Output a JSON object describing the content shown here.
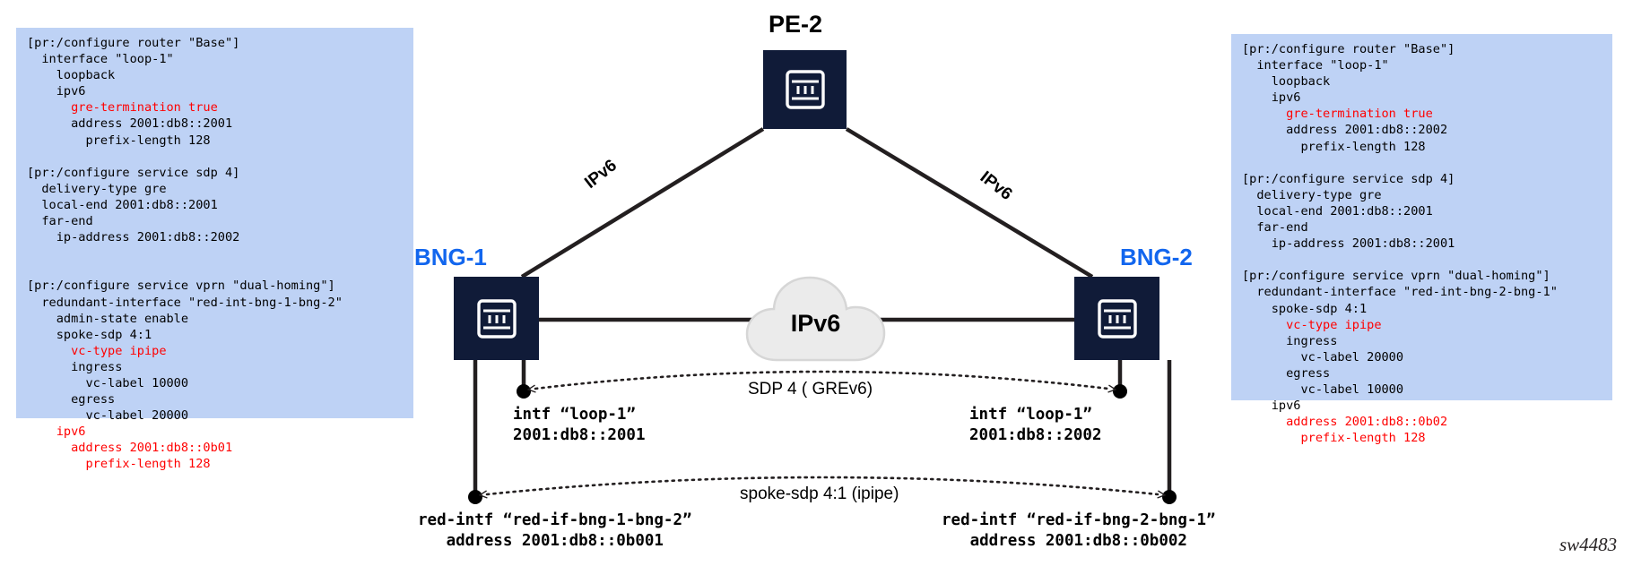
{
  "diagram": {
    "title_watermark": "sw4483",
    "colors": {
      "config_background": "#bed2f5",
      "config_text": "#000000",
      "config_highlight": "#ff0000",
      "node_fill": "#101b38",
      "node_label_accent": "#1266ee",
      "cloud_fill": "#ebebeb",
      "cloud_stroke": "#d0d0d0",
      "wire": "#231f20"
    },
    "nodes": [
      {
        "id": "pe2",
        "label": "PE-2",
        "icon": "router-icon"
      },
      {
        "id": "bng1",
        "label": "BNG-1",
        "icon": "router-icon"
      },
      {
        "id": "bng2",
        "label": "BNG-2",
        "icon": "router-icon"
      }
    ],
    "cloud": {
      "label": "IPv6",
      "icon": "cloud-icon"
    },
    "link_labels": [
      {
        "id": "pe2-bng1",
        "label": "IPv6"
      },
      {
        "id": "pe2-bng2",
        "label": "IPv6"
      }
    ],
    "tunnels": [
      {
        "id": "sdp",
        "label": "SDP 4 ( GREv6)"
      },
      {
        "id": "spoke",
        "label": "spoke-sdp 4:1 (ipipe)"
      }
    ],
    "endpoint_captions": {
      "bng1_intf": [
        "intf “loop-1”",
        "2001:db8::2001"
      ],
      "bng2_intf": [
        "intf “loop-1”",
        "2001:db8::2002"
      ],
      "bng1_red": [
        "red-intf “red-if-bng-1-bng-2”",
        "   address 2001:db8::0b001"
      ],
      "bng2_red": [
        "red-intf “red-if-bng-2-bng-1”",
        "   address 2001:db8::0b002"
      ]
    }
  },
  "config_left": {
    "title": "BNG-1 configuration",
    "lines": [
      {
        "text": "[pr:/configure router \"Base\"]",
        "red": false
      },
      {
        "text": "  interface \"loop-1\"",
        "red": false
      },
      {
        "text": "    loopback",
        "red": false
      },
      {
        "text": "    ipv6",
        "red": false
      },
      {
        "text": "      gre-termination true",
        "red": true
      },
      {
        "text": "      address 2001:db8::2001",
        "red": false
      },
      {
        "text": "        prefix-length 128",
        "red": false
      },
      {
        "text": "",
        "red": false
      },
      {
        "text": "[pr:/configure service sdp 4]",
        "red": false
      },
      {
        "text": "  delivery-type gre",
        "red": false
      },
      {
        "text": "  local-end 2001:db8::2001",
        "red": false
      },
      {
        "text": "  far-end",
        "red": false
      },
      {
        "text": "    ip-address 2001:db8::2002",
        "red": false
      },
      {
        "text": "",
        "red": false
      },
      {
        "text": "",
        "red": false
      },
      {
        "text": "[pr:/configure service vprn \"dual-homing\"]",
        "red": false
      },
      {
        "text": "  redundant-interface \"red-int-bng-1-bng-2\"",
        "red": false
      },
      {
        "text": "    admin-state enable",
        "red": false
      },
      {
        "text": "    spoke-sdp 4:1",
        "red": false
      },
      {
        "text": "      vc-type ipipe",
        "red": true
      },
      {
        "text": "      ingress",
        "red": false
      },
      {
        "text": "        vc-label 10000",
        "red": false
      },
      {
        "text": "      egress",
        "red": false
      },
      {
        "text": "        vc-label 20000",
        "red": false
      },
      {
        "text": "    ipv6",
        "red": true
      },
      {
        "text": "      address 2001:db8::0b01",
        "red": true
      },
      {
        "text": "        prefix-length 128",
        "red": true
      }
    ]
  },
  "config_right": {
    "title": "BNG-2 configuration",
    "lines": [
      {
        "text": "[pr:/configure router \"Base\"]",
        "red": false
      },
      {
        "text": "  interface \"loop-1\"",
        "red": false
      },
      {
        "text": "    loopback",
        "red": false
      },
      {
        "text": "    ipv6",
        "red": false
      },
      {
        "text": "      gre-termination true",
        "red": true
      },
      {
        "text": "      address 2001:db8::2002",
        "red": false
      },
      {
        "text": "        prefix-length 128",
        "red": false
      },
      {
        "text": "",
        "red": false
      },
      {
        "text": "[pr:/configure service sdp 4]",
        "red": false
      },
      {
        "text": "  delivery-type gre",
        "red": false
      },
      {
        "text": "  local-end 2001:db8::2001",
        "red": false
      },
      {
        "text": "  far-end",
        "red": false
      },
      {
        "text": "    ip-address 2001:db8::2001",
        "red": false
      },
      {
        "text": "",
        "red": false
      },
      {
        "text": "[pr:/configure service vprn \"dual-homing\"]",
        "red": false
      },
      {
        "text": "  redundant-interface \"red-int-bng-2-bng-1\"",
        "red": false
      },
      {
        "text": "    spoke-sdp 4:1",
        "red": false
      },
      {
        "text": "      vc-type ipipe",
        "red": true
      },
      {
        "text": "      ingress",
        "red": false
      },
      {
        "text": "        vc-label 20000",
        "red": false
      },
      {
        "text": "      egress",
        "red": false
      },
      {
        "text": "        vc-label 10000",
        "red": false
      },
      {
        "text": "    ipv6",
        "red": false
      },
      {
        "text": "      address 2001:db8::0b02",
        "red": true
      },
      {
        "text": "        prefix-length 128",
        "red": true
      }
    ]
  }
}
